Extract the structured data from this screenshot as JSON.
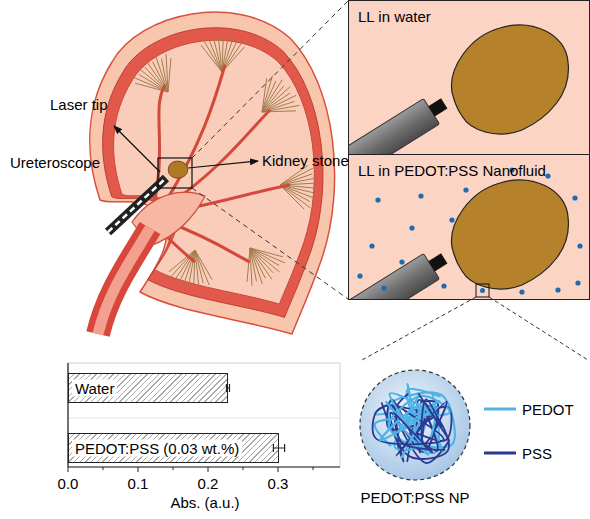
{
  "diagram": {
    "nodes": [
      {
        "text": [
          "LL in water"
        ]
      },
      {
        "text": [
          "LL in PEDOT:PSS Nanofluid"
        ]
      },
      {
        "text": [
          "Water"
        ]
      },
      {
        "text": [
          "PEDOT:PSS (0.03 wt.%)"
        ]
      },
      {
        "text": [
          "PEDOT:PSS NP"
        ]
      }
    ],
    "labels": [
      "Laser tip",
      "Ureteroscope",
      "Kidney stone",
      "0.0",
      "0.1",
      "0.2",
      "0.3",
      "Abs. (a.u.)"
    ],
    "legend": [
      {
        "text": "PEDOT"
      },
      {
        "text": "PSS"
      }
    ]
  }
}
